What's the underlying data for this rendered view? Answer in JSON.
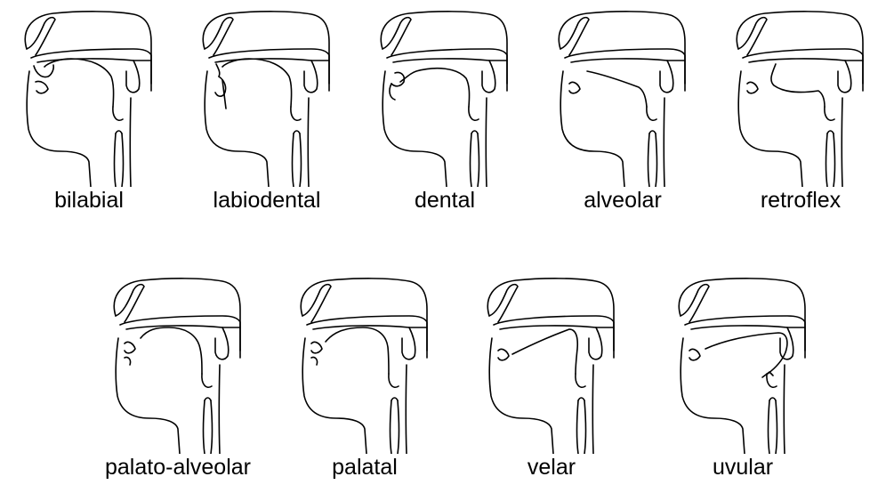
{
  "rows": [
    {
      "panels": [
        {
          "label": "bilabial",
          "place": "bilabial"
        },
        {
          "label": "labiodental",
          "place": "labiodental"
        },
        {
          "label": "dental",
          "place": "dental"
        },
        {
          "label": "alveolar",
          "place": "alveolar"
        },
        {
          "label": "retroflex",
          "place": "retroflex"
        }
      ]
    },
    {
      "panels": [
        {
          "label": "palato-alveolar",
          "place": "palato-alveolar"
        },
        {
          "label": "palatal",
          "place": "palatal"
        },
        {
          "label": "velar",
          "place": "velar"
        },
        {
          "label": "uvular",
          "place": "uvular"
        }
      ]
    }
  ]
}
